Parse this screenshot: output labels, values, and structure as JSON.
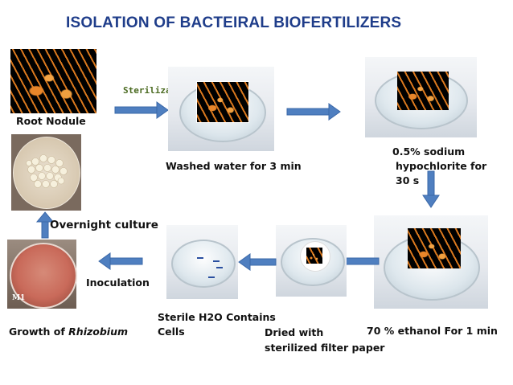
{
  "title": "ISOLATION OF BACTEIRAL BIOFERTILIZERS",
  "labels": {
    "root_nodule": "Root Nodule",
    "sterilization_partial": "Sterilizat",
    "washed": "Washed water for 3 min",
    "hypochlorite_1": "0.5% sodium",
    "hypochlorite_2": "hypochlorite for",
    "hypochlorite_3": "30 s",
    "ethanol": "70 % ethanol For 1 min",
    "dried_1": "Dried with",
    "dried_2": "sterilized filter paper",
    "sterile_1": "Sterile H2O Contains",
    "sterile_2": "Cells",
    "inoculation": "Inoculation",
    "growth_prefix": "Growth of ",
    "growth_italic": "Rhizobium",
    "overnight": "Overnight culture",
    "plate_mark": "M1"
  },
  "colors": {
    "title": "#1f3d8a",
    "arrow": "#4f7fc0",
    "root": "#e8862a",
    "agar_growth": "#c96a5a",
    "colony": "#f3ecd6"
  }
}
